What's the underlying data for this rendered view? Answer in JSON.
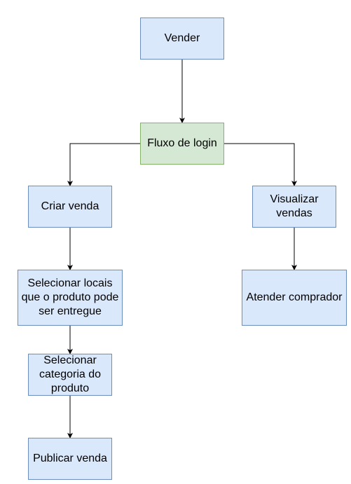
{
  "diagram": {
    "colors": {
      "blue_fill": "#dae8fc",
      "blue_stroke": "#6c8ebf",
      "green_fill": "#d5e8d4",
      "green_stroke": "#82b366",
      "edge": "#000000"
    },
    "nodes": {
      "vender": "Vender",
      "fluxo_login": "Fluxo de login",
      "criar_venda": "Criar venda",
      "visualizar_vendas": "Visualizar\nvendas",
      "selecionar_locais": "Selecionar locais\nque o produto pode\nser entregue",
      "atender_comprador": "Atender comprador",
      "selecionar_categoria": "Selecionar\ncategoria do\nproduto",
      "publicar_venda": "Publicar venda"
    },
    "edges": [
      {
        "from": "Vender",
        "to": "Fluxo de login"
      },
      {
        "from": "Fluxo de login",
        "to": "Criar venda"
      },
      {
        "from": "Fluxo de login",
        "to": "Visualizar vendas"
      },
      {
        "from": "Criar venda",
        "to": "Selecionar locais que o produto pode ser entregue"
      },
      {
        "from": "Visualizar vendas",
        "to": "Atender comprador"
      },
      {
        "from": "Selecionar locais que o produto pode ser entregue",
        "to": "Selecionar categoria do produto"
      },
      {
        "from": "Selecionar categoria do produto",
        "to": "Publicar venda"
      }
    ]
  }
}
